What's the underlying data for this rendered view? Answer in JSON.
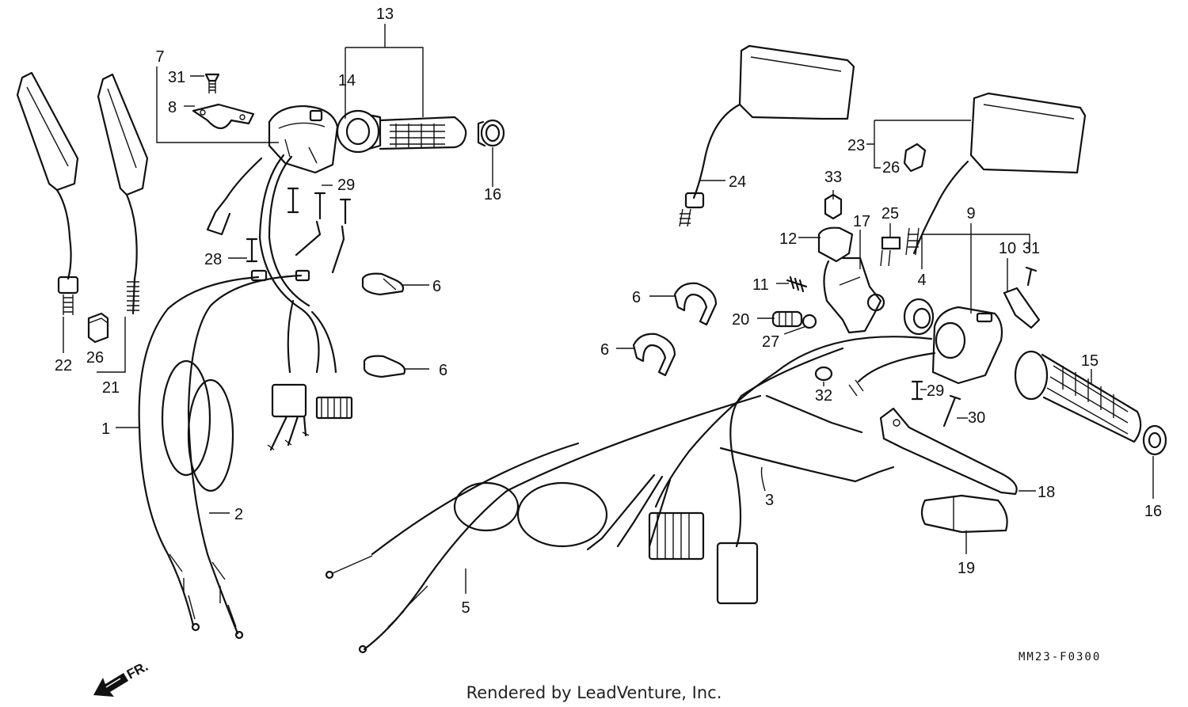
{
  "callouts": [
    "13",
    "14",
    "16",
    "7",
    "31",
    "8",
    "29",
    "28",
    "6",
    "6",
    "22",
    "26",
    "21",
    "1",
    "2",
    "24",
    "23",
    "26",
    "33",
    "25",
    "9",
    "12",
    "17",
    "10",
    "31",
    "4",
    "11",
    "6",
    "20",
    "27",
    "6",
    "32",
    "29",
    "30",
    "15",
    "16",
    "18",
    "3",
    "19",
    "5"
  ],
  "diagram_code": "MM23-F0300",
  "credit": "Rendered by LeadVenture, Inc.",
  "front_marker": "FR."
}
